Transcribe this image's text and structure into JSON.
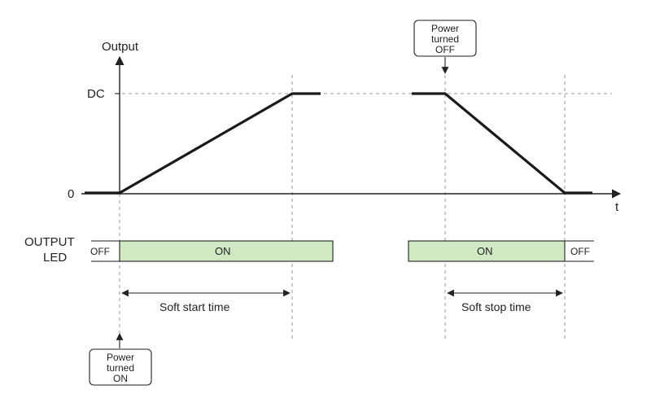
{
  "colors": {
    "led_on_fill": "#cfe9c3",
    "line": "#1a1a1a",
    "guide": "#9a9a9a"
  },
  "graph": {
    "y_axis_title": "Output",
    "y_label_dc": "DC",
    "y_label_zero": "0",
    "x_axis_label": "t"
  },
  "led": {
    "row_label_line1": "OUTPUT",
    "row_label_line2": "LED",
    "off_label_left": "OFF",
    "on_label_left": "ON",
    "on_label_right": "ON",
    "off_label_right": "OFF"
  },
  "timing": {
    "soft_start_label": "Soft start time",
    "soft_stop_label": "Soft stop time"
  },
  "callouts": {
    "power_off": {
      "line1": "Power",
      "line2": "turned",
      "line3": "OFF"
    },
    "power_on": {
      "line1": "Power",
      "line2": "turned",
      "line3": "ON"
    }
  }
}
